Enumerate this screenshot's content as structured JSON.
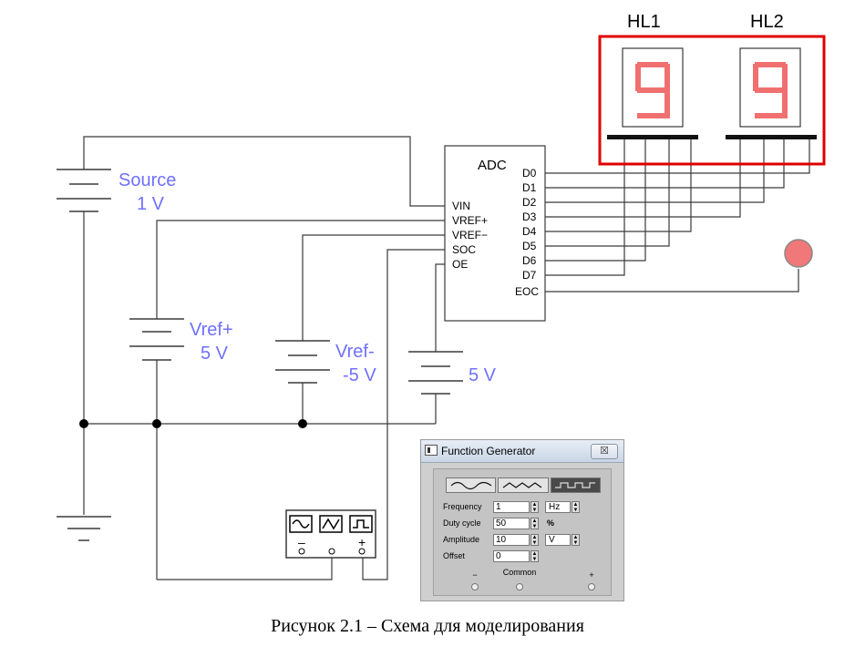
{
  "components": {
    "adc": {
      "title": "ADC",
      "left_pins": [
        "VIN",
        "VREF+",
        "VREF−",
        "SOC",
        "OE"
      ],
      "right_pins": [
        "D0",
        "D1",
        "D2",
        "D3",
        "D4",
        "D5",
        "D6",
        "D7",
        "EOC"
      ]
    },
    "source": {
      "name": "Source",
      "value": "1 V"
    },
    "vref_plus": {
      "name": "Vref+",
      "value": "5 V"
    },
    "vref_minus": {
      "name": "Vref-",
      "value": "-5 V"
    },
    "supply": {
      "value": "5 V"
    },
    "displays": [
      {
        "label": "HL1",
        "digit": "9"
      },
      {
        "label": "HL2",
        "digit": "9"
      }
    ],
    "indicator_color": "#f07878",
    "highlight_color": "#e00000",
    "label_color": "#7070ff"
  },
  "function_generator": {
    "title": "Function Generator",
    "close_symbol": "☒",
    "waveforms": [
      "sine",
      "triangle",
      "square"
    ],
    "active_waveform": "square",
    "fields": [
      {
        "label": "Frequency",
        "value": "1",
        "unit": "Hz"
      },
      {
        "label": "Duty cycle",
        "value": "50",
        "unit": "%"
      },
      {
        "label": "Amplitude",
        "value": "10",
        "unit": "V"
      },
      {
        "label": "Offset",
        "value": "0",
        "unit": ""
      }
    ],
    "terminals": {
      "minus": "−",
      "common": "Common",
      "plus": "+"
    }
  },
  "caption": "Рисунок 2.1 – Схема для моделирования"
}
